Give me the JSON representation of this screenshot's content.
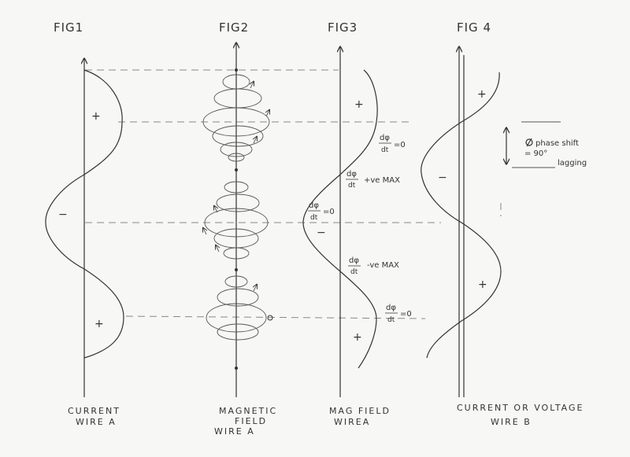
{
  "figures": [
    {
      "id": "fig1",
      "title": "FIG1",
      "caption_lines": [
        "CURRENT",
        "WIRE A"
      ],
      "signs": [
        "+",
        "−",
        "+"
      ]
    },
    {
      "id": "fig2",
      "title": "FIG2",
      "caption_lines": [
        "MAGNETIC",
        "FIELD",
        "WIRE A"
      ]
    },
    {
      "id": "fig3",
      "title": "FIG3",
      "caption_lines": [
        "MAG FIELD",
        "WIREA"
      ],
      "signs": [
        "+",
        "−",
        "+"
      ],
      "annotations": {
        "dphi_dt": "dφ",
        "dt": "dt",
        "zero": "=0",
        "pos_max": "+ve MAX",
        "neg_max": "-ve MAX"
      }
    },
    {
      "id": "fig4",
      "title": "FIG 4",
      "caption_lines": [
        "CURRENT OR VOLTAGE",
        "WIRE B"
      ],
      "signs": [
        "+",
        "−",
        "+"
      ],
      "phase_note": [
        "phase shift",
        "= 90°",
        "lagging"
      ]
    }
  ],
  "colors": {
    "ink": "#333333",
    "paper": "#f7f7f5",
    "guide": "#888888"
  }
}
